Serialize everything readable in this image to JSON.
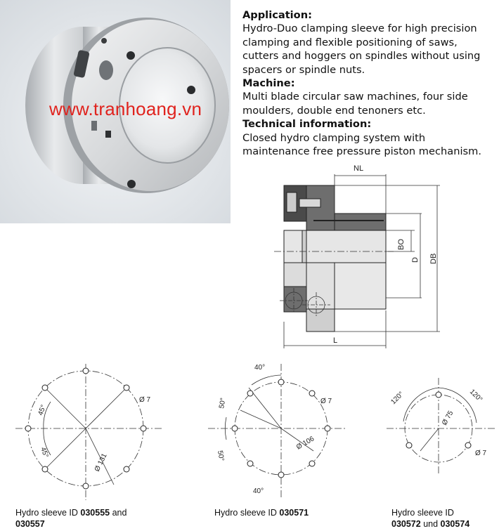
{
  "watermark": "www.tranhoang.vn",
  "description": {
    "application_heading": "Application:",
    "application_text": "Hydro-Duo clamping sleeve for high precision clamping and flexible positioning of saws, cutters and hoggers on spindles without using spacers or spindle nuts.",
    "machine_heading": "Machine:",
    "machine_text": "Multi blade circular saw machines, four side moulders, double end tenoners etc.",
    "technical_heading": "Technical information:",
    "technical_text": "Closed hydro clamping system with maintenance free pressure piston mechanism."
  },
  "section_drawing": {
    "dim_nl": "NL",
    "dim_bo": "BO",
    "dim_d": "D",
    "dim_db": "DB",
    "dim_l": "L"
  },
  "patterns": [
    {
      "angle_top": "45°",
      "angle_bottom": "45°",
      "hole_dia": "Ø 7",
      "circle_dia": "Ø 131",
      "caption_prefix": "Hydro sleeve ID ",
      "caption_id1": "030555",
      "caption_join": " and",
      "caption_id2": "030557"
    },
    {
      "angle_top": "40°",
      "angle_left_top": "50°",
      "angle_left_bottom": "50°",
      "angle_bottom": "40°",
      "hole_dia": "Ø 7",
      "circle_dia": "Ø 106",
      "caption_prefix": "Hydro sleeve ID ",
      "caption_id1": "030571"
    },
    {
      "angle_left": "120°",
      "angle_right": "120°",
      "circle_dia": "Ø 75",
      "hole_dia": "Ø 7",
      "caption_prefix": "Hydro sleeve ID",
      "caption_id1": "030572",
      "caption_join": " und ",
      "caption_id2": "030574"
    }
  ],
  "colors": {
    "watermark": "#e0231e",
    "metal_light": "#dcdcdc",
    "metal_dark": "#5a5a5a"
  }
}
